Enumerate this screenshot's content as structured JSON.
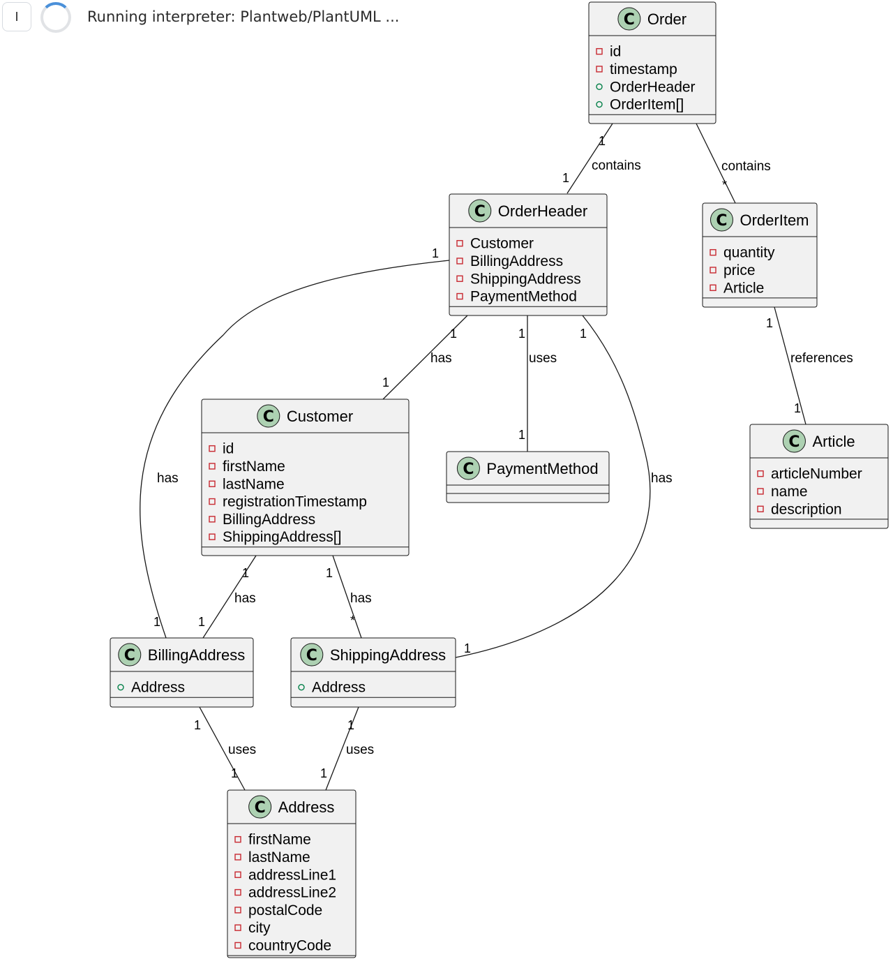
{
  "toolbar": {
    "button_label": "I",
    "status": "Running interpreter: Plantweb/PlantUML ..."
  },
  "colors": {
    "class_fill": "#f1f1f1",
    "circle_fill": "#add1b2",
    "private_marker": "#c82930",
    "public_marker": "#038048"
  },
  "classes": {
    "order": {
      "name": "Order",
      "attrs": [
        {
          "vis": "private",
          "name": "id"
        },
        {
          "vis": "private",
          "name": "timestamp"
        },
        {
          "vis": "public",
          "name": "OrderHeader"
        },
        {
          "vis": "public",
          "name": "OrderItem[]"
        }
      ]
    },
    "orderheader": {
      "name": "OrderHeader",
      "attrs": [
        {
          "vis": "private",
          "name": "Customer"
        },
        {
          "vis": "private",
          "name": "BillingAddress"
        },
        {
          "vis": "private",
          "name": "ShippingAddress"
        },
        {
          "vis": "private",
          "name": "PaymentMethod"
        }
      ]
    },
    "orderitem": {
      "name": "OrderItem",
      "attrs": [
        {
          "vis": "private",
          "name": "quantity"
        },
        {
          "vis": "private",
          "name": "price"
        },
        {
          "vis": "private",
          "name": "Article"
        }
      ]
    },
    "customer": {
      "name": "Customer",
      "attrs": [
        {
          "vis": "private",
          "name": "id"
        },
        {
          "vis": "private",
          "name": "firstName"
        },
        {
          "vis": "private",
          "name": "lastName"
        },
        {
          "vis": "private",
          "name": "registrationTimestamp"
        },
        {
          "vis": "private",
          "name": "BillingAddress"
        },
        {
          "vis": "private",
          "name": "ShippingAddress[]"
        }
      ]
    },
    "paymentmethod": {
      "name": "PaymentMethod",
      "attrs": []
    },
    "article": {
      "name": "Article",
      "attrs": [
        {
          "vis": "private",
          "name": "articleNumber"
        },
        {
          "vis": "private",
          "name": "name"
        },
        {
          "vis": "private",
          "name": "description"
        }
      ]
    },
    "billingaddress": {
      "name": "BillingAddress",
      "attrs": [
        {
          "vis": "public",
          "name": "Address"
        }
      ]
    },
    "shippingaddress": {
      "name": "ShippingAddress",
      "attrs": [
        {
          "vis": "public",
          "name": "Address"
        }
      ]
    },
    "address": {
      "name": "Address",
      "attrs": [
        {
          "vis": "private",
          "name": "firstName"
        },
        {
          "vis": "private",
          "name": "lastName"
        },
        {
          "vis": "private",
          "name": "addressLine1"
        },
        {
          "vis": "private",
          "name": "addressLine2"
        },
        {
          "vis": "private",
          "name": "postalCode"
        },
        {
          "vis": "private",
          "name": "city"
        },
        {
          "vis": "private",
          "name": "countryCode"
        }
      ]
    }
  },
  "relations": [
    {
      "from": "Order",
      "to": "OrderHeader",
      "label": "contains",
      "from_mult": "1",
      "to_mult": "1"
    },
    {
      "from": "Order",
      "to": "OrderItem",
      "label": "contains",
      "from_mult": "",
      "to_mult": "*"
    },
    {
      "from": "OrderHeader",
      "to": "Customer",
      "label": "has",
      "from_mult": "1",
      "to_mult": "1"
    },
    {
      "from": "OrderHeader",
      "to": "PaymentMethod",
      "label": "uses",
      "from_mult": "1",
      "to_mult": "1"
    },
    {
      "from": "OrderHeader",
      "to": "BillingAddress",
      "label": "has",
      "from_mult": "1",
      "to_mult": "1"
    },
    {
      "from": "OrderHeader",
      "to": "ShippingAddress",
      "label": "has",
      "from_mult": "1",
      "to_mult": "1"
    },
    {
      "from": "OrderItem",
      "to": "Article",
      "label": "references",
      "from_mult": "1",
      "to_mult": "1"
    },
    {
      "from": "Customer",
      "to": "BillingAddress",
      "label": "has",
      "from_mult": "1",
      "to_mult": "1"
    },
    {
      "from": "Customer",
      "to": "ShippingAddress",
      "label": "has",
      "from_mult": "1",
      "to_mult": "*"
    },
    {
      "from": "BillingAddress",
      "to": "Address",
      "label": "uses",
      "from_mult": "1",
      "to_mult": "1"
    },
    {
      "from": "ShippingAddress",
      "to": "Address",
      "label": "uses",
      "from_mult": "1",
      "to_mult": "1"
    }
  ]
}
